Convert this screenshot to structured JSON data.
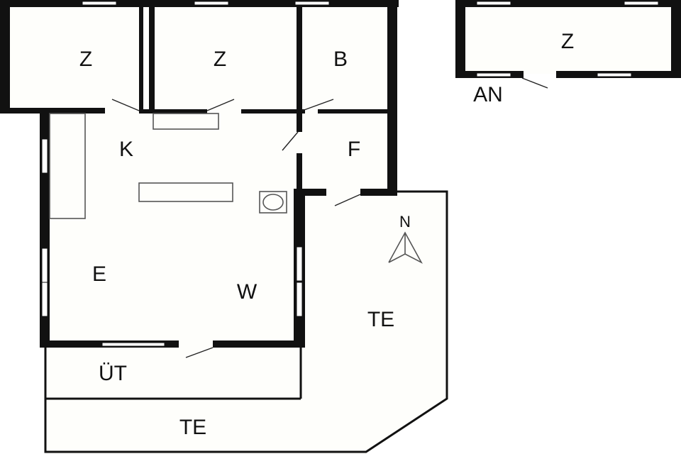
{
  "floor_plan": {
    "main_building": {
      "rooms": [
        {
          "id": "bedroom-1",
          "label": "Z"
        },
        {
          "id": "bedroom-2",
          "label": "Z"
        },
        {
          "id": "bathroom",
          "label": "B"
        },
        {
          "id": "kitchen",
          "label": "K"
        },
        {
          "id": "hallway",
          "label": "F"
        },
        {
          "id": "dining",
          "label": "E"
        },
        {
          "id": "living",
          "label": "W"
        },
        {
          "id": "covered-terrace",
          "label": "ÜT"
        },
        {
          "id": "terrace-east",
          "label": "TE"
        },
        {
          "id": "terrace-south",
          "label": "TE"
        }
      ]
    },
    "annex_building": {
      "room_label": "Z",
      "building_label": "AN"
    },
    "compass": {
      "label": "N"
    }
  },
  "colors": {
    "wall": "#111111",
    "floor": "#fefefb",
    "background": "#ffffff"
  }
}
